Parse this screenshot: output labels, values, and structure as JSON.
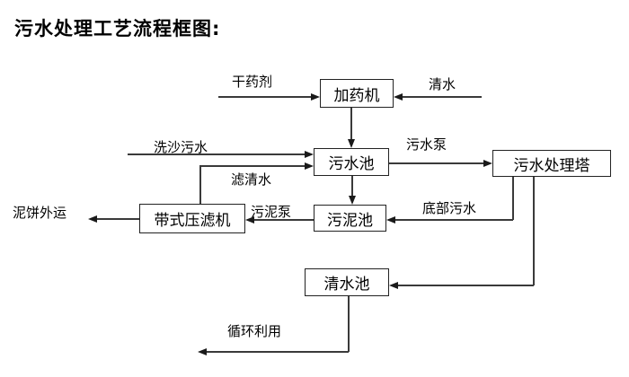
{
  "title": "污水处理工艺流程框图:",
  "diagram": {
    "nodes": [
      {
        "id": "dosing-machine",
        "label": "加药机"
      },
      {
        "id": "sewage-pool",
        "label": "污水池"
      },
      {
        "id": "sewage-treatment-tower",
        "label": "污水处理塔"
      },
      {
        "id": "sludge-pool",
        "label": "污泥池"
      },
      {
        "id": "belt-filter-press",
        "label": "带式压滤机"
      },
      {
        "id": "clean-water-pool",
        "label": "清水池"
      }
    ],
    "edge_labels": [
      {
        "id": "dry-agent",
        "label": "干药剂"
      },
      {
        "id": "clean-water",
        "label": "清水"
      },
      {
        "id": "sand-washing-sewage",
        "label": "洗沙污水"
      },
      {
        "id": "filtered-water",
        "label": "滤清水"
      },
      {
        "id": "sewage-pump",
        "label": "污水泵"
      },
      {
        "id": "bottom-sewage",
        "label": "底部污水"
      },
      {
        "id": "sludge-pump",
        "label": "污泥泵"
      },
      {
        "id": "mud-cake-shipped-out",
        "label": "泥饼外运"
      },
      {
        "id": "recycle-use",
        "label": "循环利用"
      }
    ],
    "flows": [
      "干药剂 → 加药机",
      "清水 → 加药机",
      "加药机 → 污水池",
      "洗沙污水 → 污水池",
      "带式压滤机 → 滤清水 → 污水池",
      "污水池 → 污水泵 → 污水处理塔",
      "污水池 → 污泥池",
      "污水处理塔 → 底部污水 → 污泥池",
      "污水处理塔 → 清水池",
      "污泥池 → 污泥泵 → 带式压滤机",
      "带式压滤机 → 泥饼外运",
      "清水池 → 循环利用"
    ],
    "colors": {
      "line": "#3a3a3a",
      "text": "#000000",
      "background": "#ffffff"
    }
  }
}
